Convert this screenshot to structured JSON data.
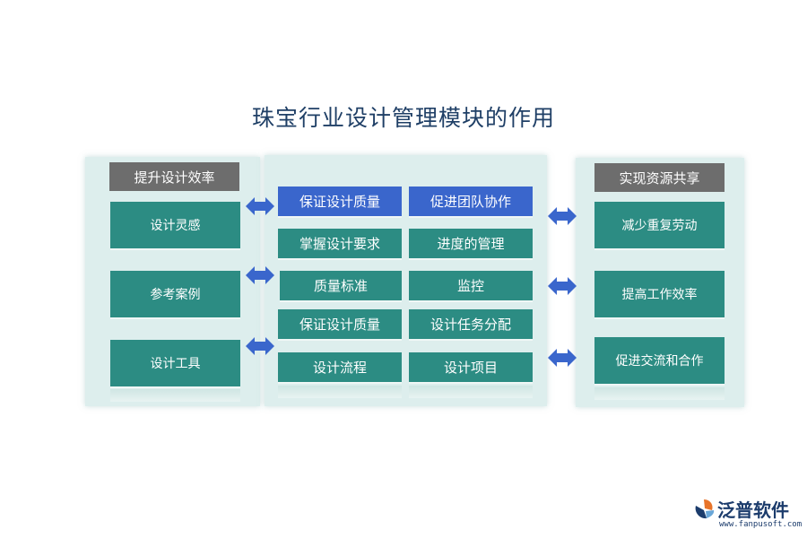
{
  "title": "珠宝行业设计管理模块的作用",
  "left": {
    "header": "提升设计效率",
    "items": [
      "设计灵感",
      "参考案例",
      "设计工具"
    ]
  },
  "middle": {
    "rows": [
      [
        "保证设计质量",
        "促进团队协作"
      ],
      [
        "掌握设计要求",
        "进度的管理"
      ],
      [
        "质量标准",
        "监控"
      ],
      [
        "保证设计质量",
        "设计任务分配"
      ],
      [
        "设计流程",
        "设计项目"
      ]
    ]
  },
  "right": {
    "header": "实现资源共享",
    "items": [
      "减少重复劳动",
      "提高工作效率",
      "促进交流和合作"
    ]
  },
  "logo": {
    "name": "泛普软件",
    "url": "www.fanpusoft.com"
  },
  "colors": {
    "teal": "#2c8c83",
    "blue": "#3a66cc",
    "header_gray": "#6d6d6d",
    "panel_bg": "#ddeeed",
    "title": "#1f3f66"
  }
}
